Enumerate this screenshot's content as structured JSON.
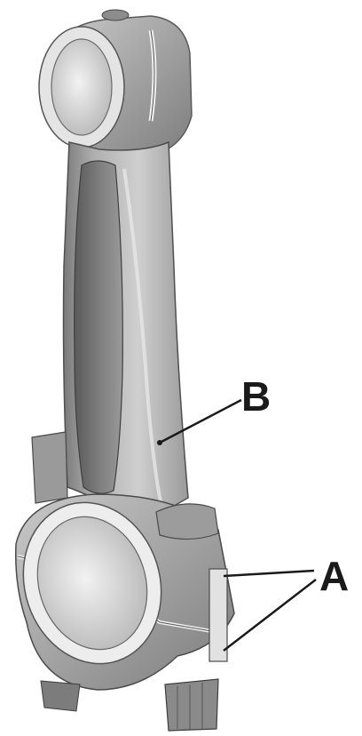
{
  "figure": {
    "subject": "connecting-rod",
    "labels": {
      "b": "B",
      "a": "A"
    },
    "colors": {
      "background": "#ffffff",
      "metal_light": "#d8d8d8",
      "metal_mid": "#a9a9a9",
      "metal_dark": "#6e6e6e",
      "metal_shadow": "#4a4a4a",
      "bearing": "#e6e6e6",
      "leader": "#1a1a1a"
    }
  }
}
